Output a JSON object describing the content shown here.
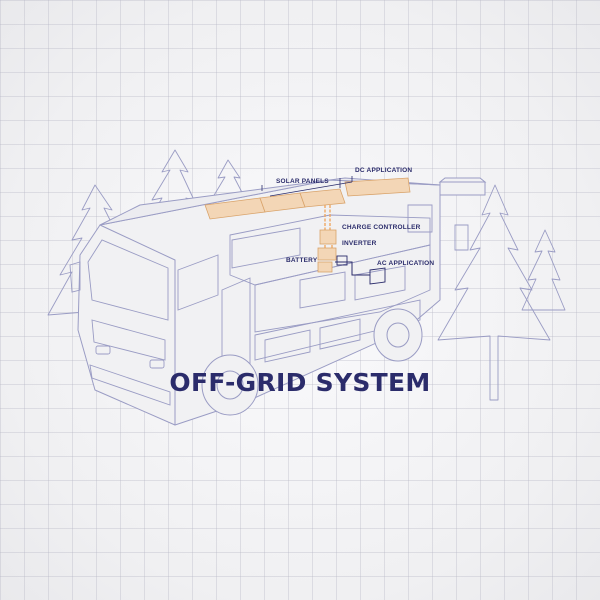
{
  "title": "OFF-GRID SYSTEM",
  "labels": {
    "solar_panels": "SOLAR PANELS",
    "dc_application": "DC APPLICATION",
    "charge_controller": "CHARGE CONTROLLER",
    "inverter": "INVERTER",
    "battery": "BATTERY",
    "ac_application": "AC APPLICATION"
  },
  "colors": {
    "outline": "#9a9cc4",
    "navy": "#2b2c6b",
    "component": "#f3d6b6",
    "wire": "#f0a257"
  }
}
